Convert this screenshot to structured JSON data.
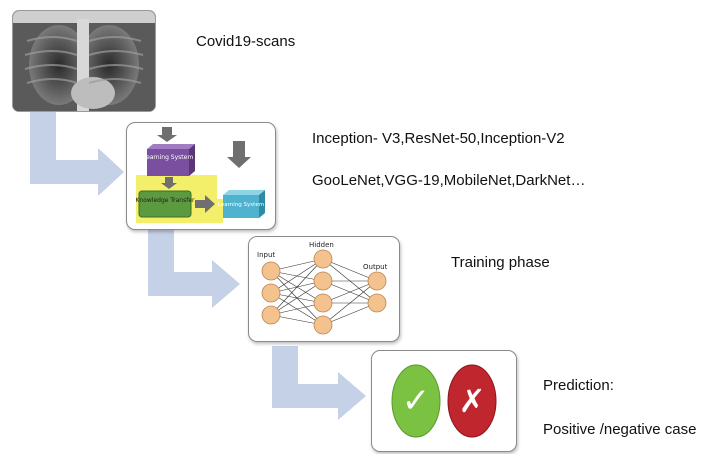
{
  "steps": {
    "scans": {
      "label": "Covid19-scans"
    },
    "transfer_learning": {
      "models_line1": "Inception- V3,ResNet-50,Inception-V2",
      "models_line2": "GooLeNet,VGG-19,MobileNet,DarkNet…",
      "block_learning_system": "Learning System",
      "block_knowledge_transfer": "Knowledge Transfer",
      "block_learning_system_target": "Learning System"
    },
    "training": {
      "label": "Training phase",
      "layer_input": "Input",
      "layer_hidden": "Hidden",
      "layer_output": "Output"
    },
    "prediction": {
      "label": "Prediction:",
      "result": "Positive /negative case",
      "positive_symbol": "✓",
      "negative_symbol": "✗"
    }
  },
  "colors": {
    "flow_arrow": "#c5d1e6",
    "learning_system": "#7b4fa0",
    "knowledge_transfer": "#5b9a3e",
    "highlight": "#f3ef6a",
    "target_system": "#4fb3cf",
    "neuron": "#f4c28f",
    "positive": "#7cc242",
    "negative": "#c0262d"
  }
}
